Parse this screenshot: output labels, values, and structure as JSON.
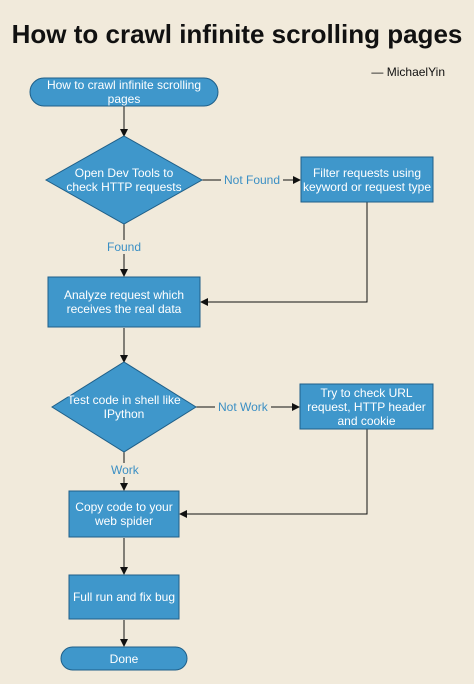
{
  "title": "How to crawl infinite scrolling pages",
  "author": "— MichaelYin",
  "colors": {
    "background": "#f1eadb",
    "node_fill": "#3f97cb",
    "node_stroke": "#1f5f88",
    "arrow": "#111111",
    "edge_label": "#3b8fc4"
  },
  "nodes": {
    "start": "How to crawl infinite scrolling pages",
    "open_dev_tools": "Open Dev Tools to\ncheck HTTP requests",
    "filter_requests": "Filter requests using\nkeyword or request type",
    "analyze_request": "Analyze request which\nreceives the real data",
    "test_code": "Test code in shell like\nIPython",
    "check_url": "Try to check URL\nrequest, HTTP header\nand cookie",
    "copy_code": "Copy code to your\nweb spider",
    "full_run": "Full run and fix bug",
    "done": "Done"
  },
  "edges": {
    "not_found": "Not Found",
    "found": "Found",
    "not_work": "Not Work",
    "work": "Work"
  }
}
